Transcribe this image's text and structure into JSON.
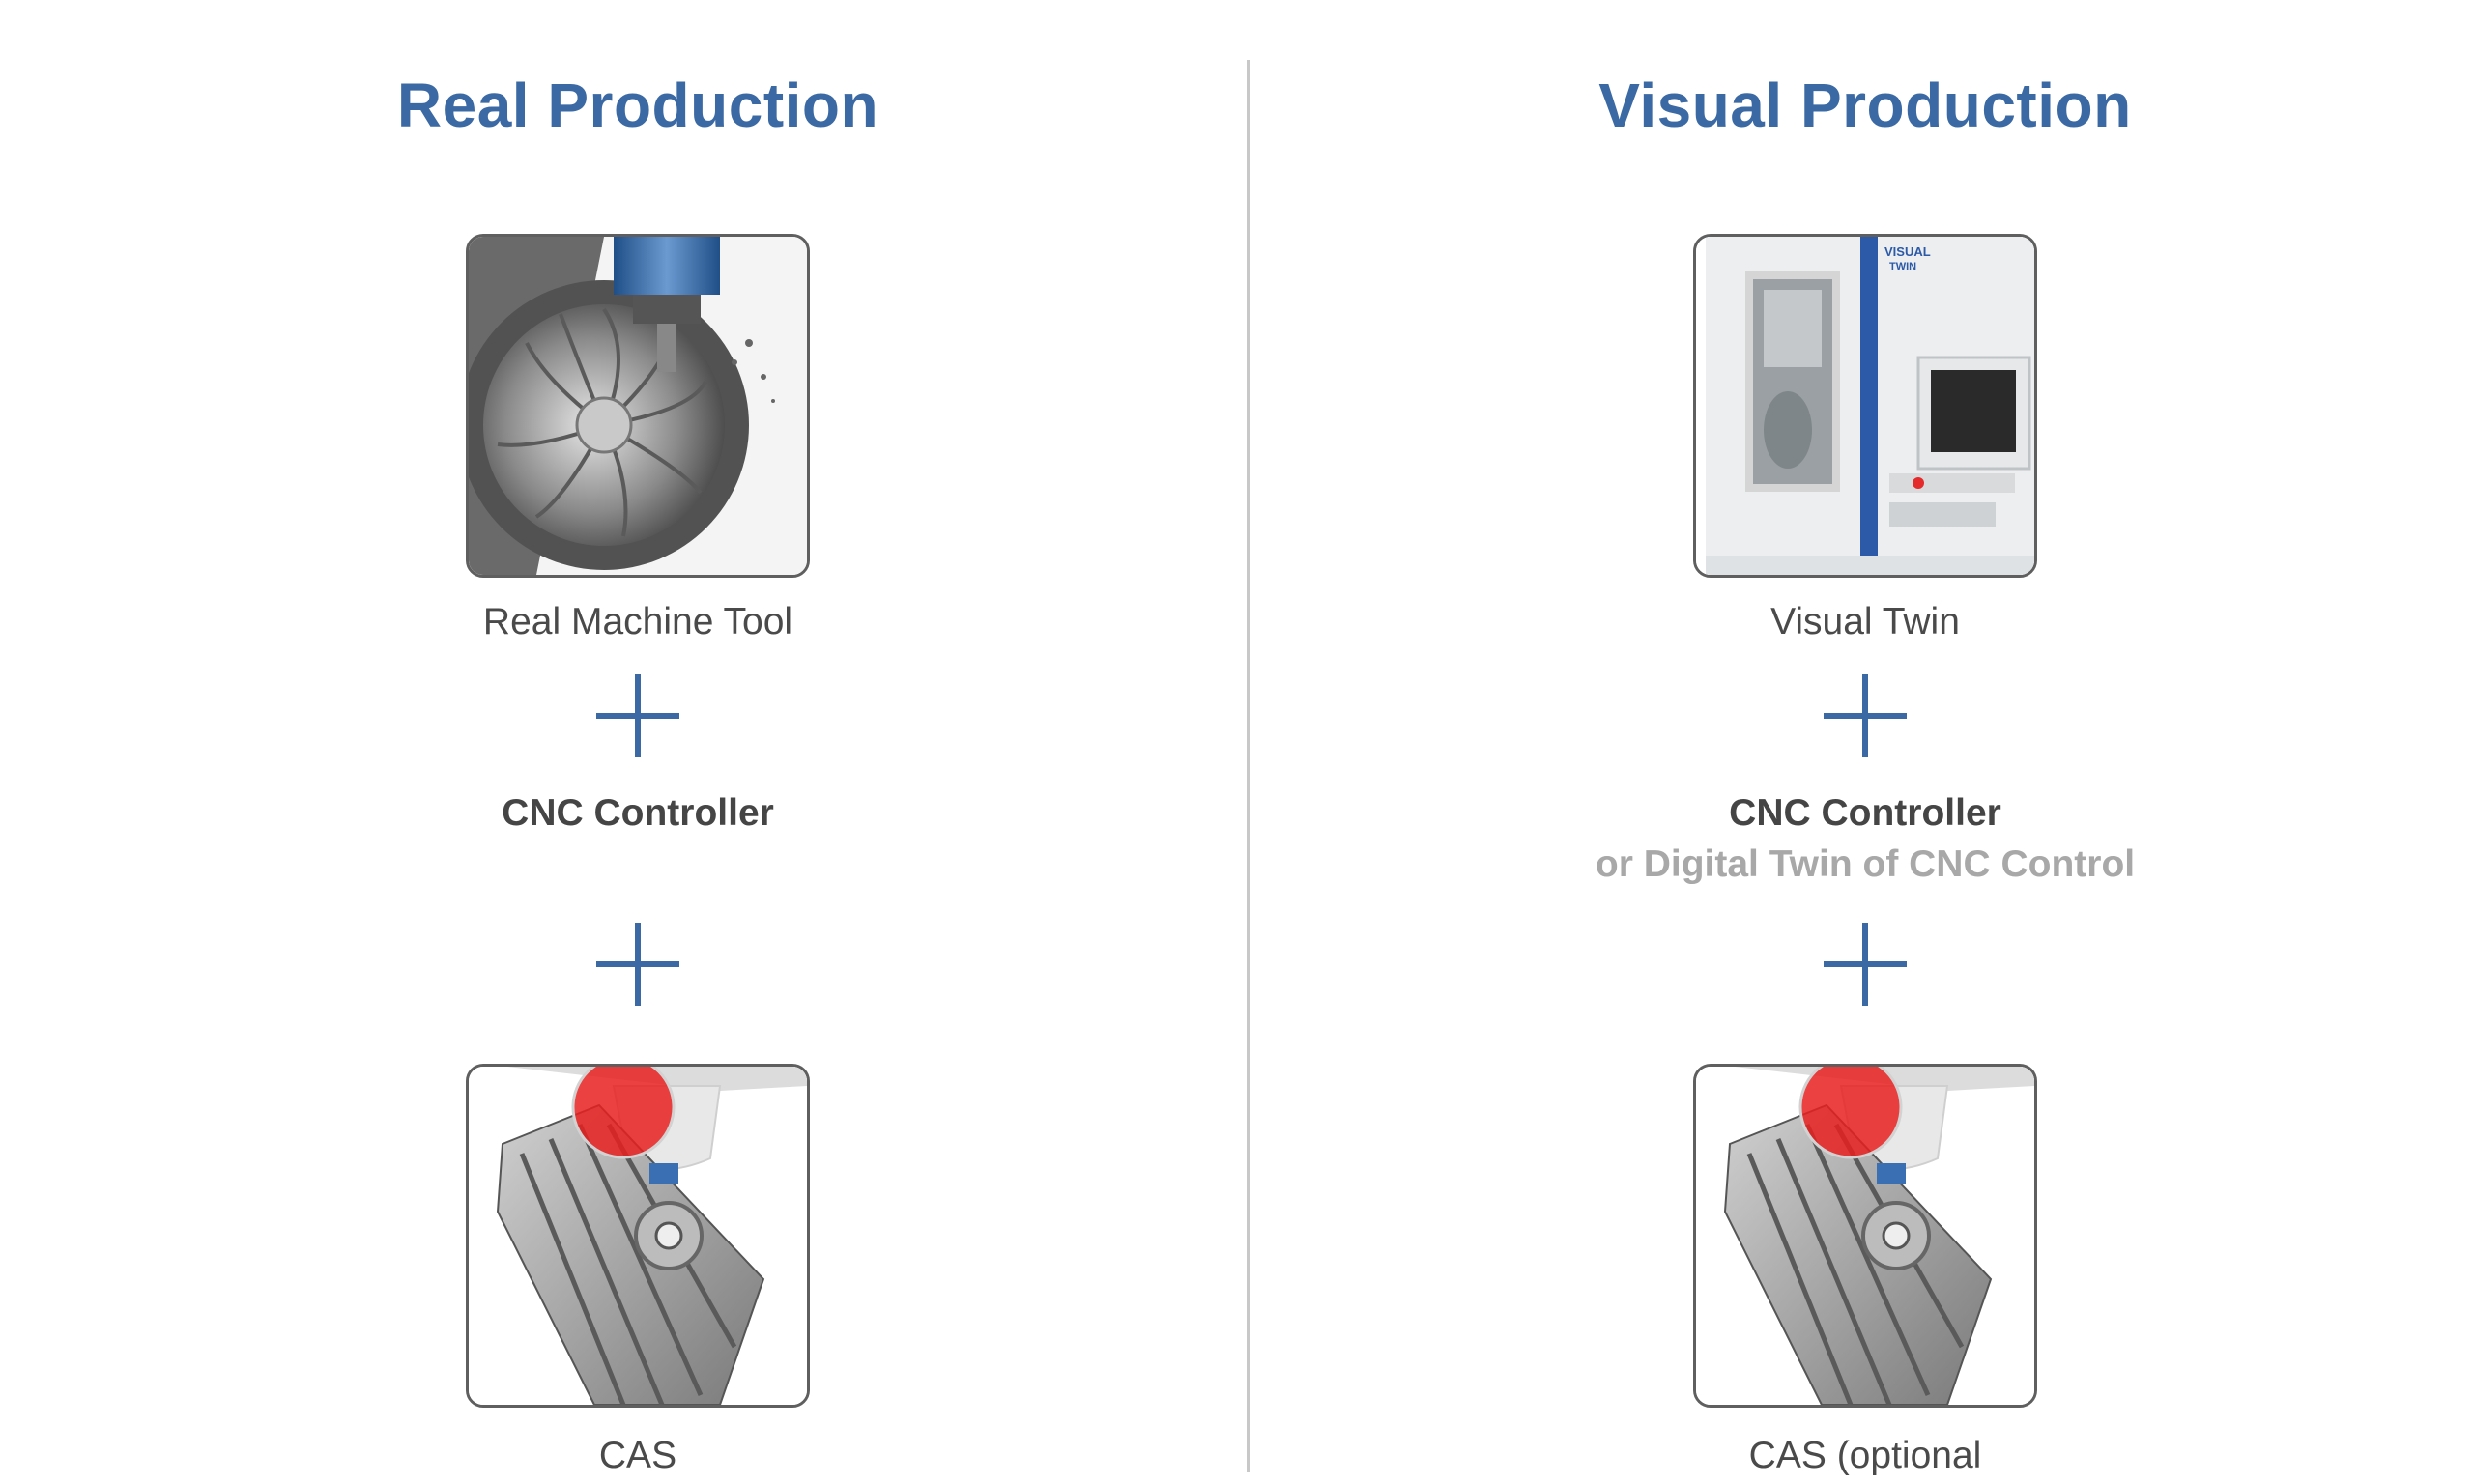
{
  "colors": {
    "title": "#3b69a4",
    "plus": "#3b69a4",
    "divider": "#c8c8c8",
    "frame_border": "#5f5f5f"
  },
  "left": {
    "title": "Real Production",
    "machine_caption": "Real Machine Tool",
    "controller": "CNC Controller",
    "cas_caption": "CAS",
    "machine_image_icon": "turbine-milling-image",
    "cas_image_icon": "collision-check-image"
  },
  "right": {
    "title": "Visual Production",
    "machine_caption": "Visual Twin",
    "controller": "CNC Controller",
    "controller_sub": "or Digital Twin of CNC Control",
    "cas_caption": "CAS (optional",
    "machine_image_icon": "visual-twin-machine-image",
    "cas_image_icon": "collision-check-image",
    "logo_text_1": "VISUAL",
    "logo_text_2": "TWIN"
  }
}
